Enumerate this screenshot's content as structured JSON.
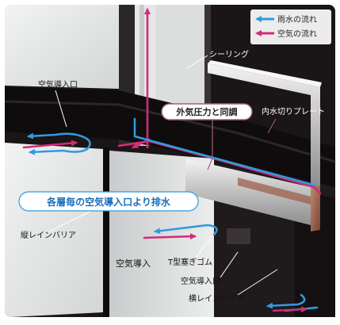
{
  "legend": {
    "rain_label": "雨水の流れ",
    "air_label": "空気の流れ",
    "rain_color": "#2f9be0",
    "air_color": "#d42a78"
  },
  "labels": {
    "sealing": "シーリング",
    "air_inlet_top": "空気導入口",
    "pressure_equal": "外気圧力と同調",
    "inner_flashing": "内水切りプレート",
    "drain_each_floor": "各層毎の空気導入口より排水",
    "vertical_rain_barrier": "縦レインバリア",
    "air_intake": "空気導入",
    "t_plug_rubber": "T型塞ぎゴム",
    "air_inlet_bottom": "空気導入口",
    "horizontal_rain_barrier": "横レインバリア"
  },
  "colors": {
    "background_dark": "#1a1516",
    "panel_light": "#e4e6e7",
    "callout_stroke": "#a0607a"
  }
}
